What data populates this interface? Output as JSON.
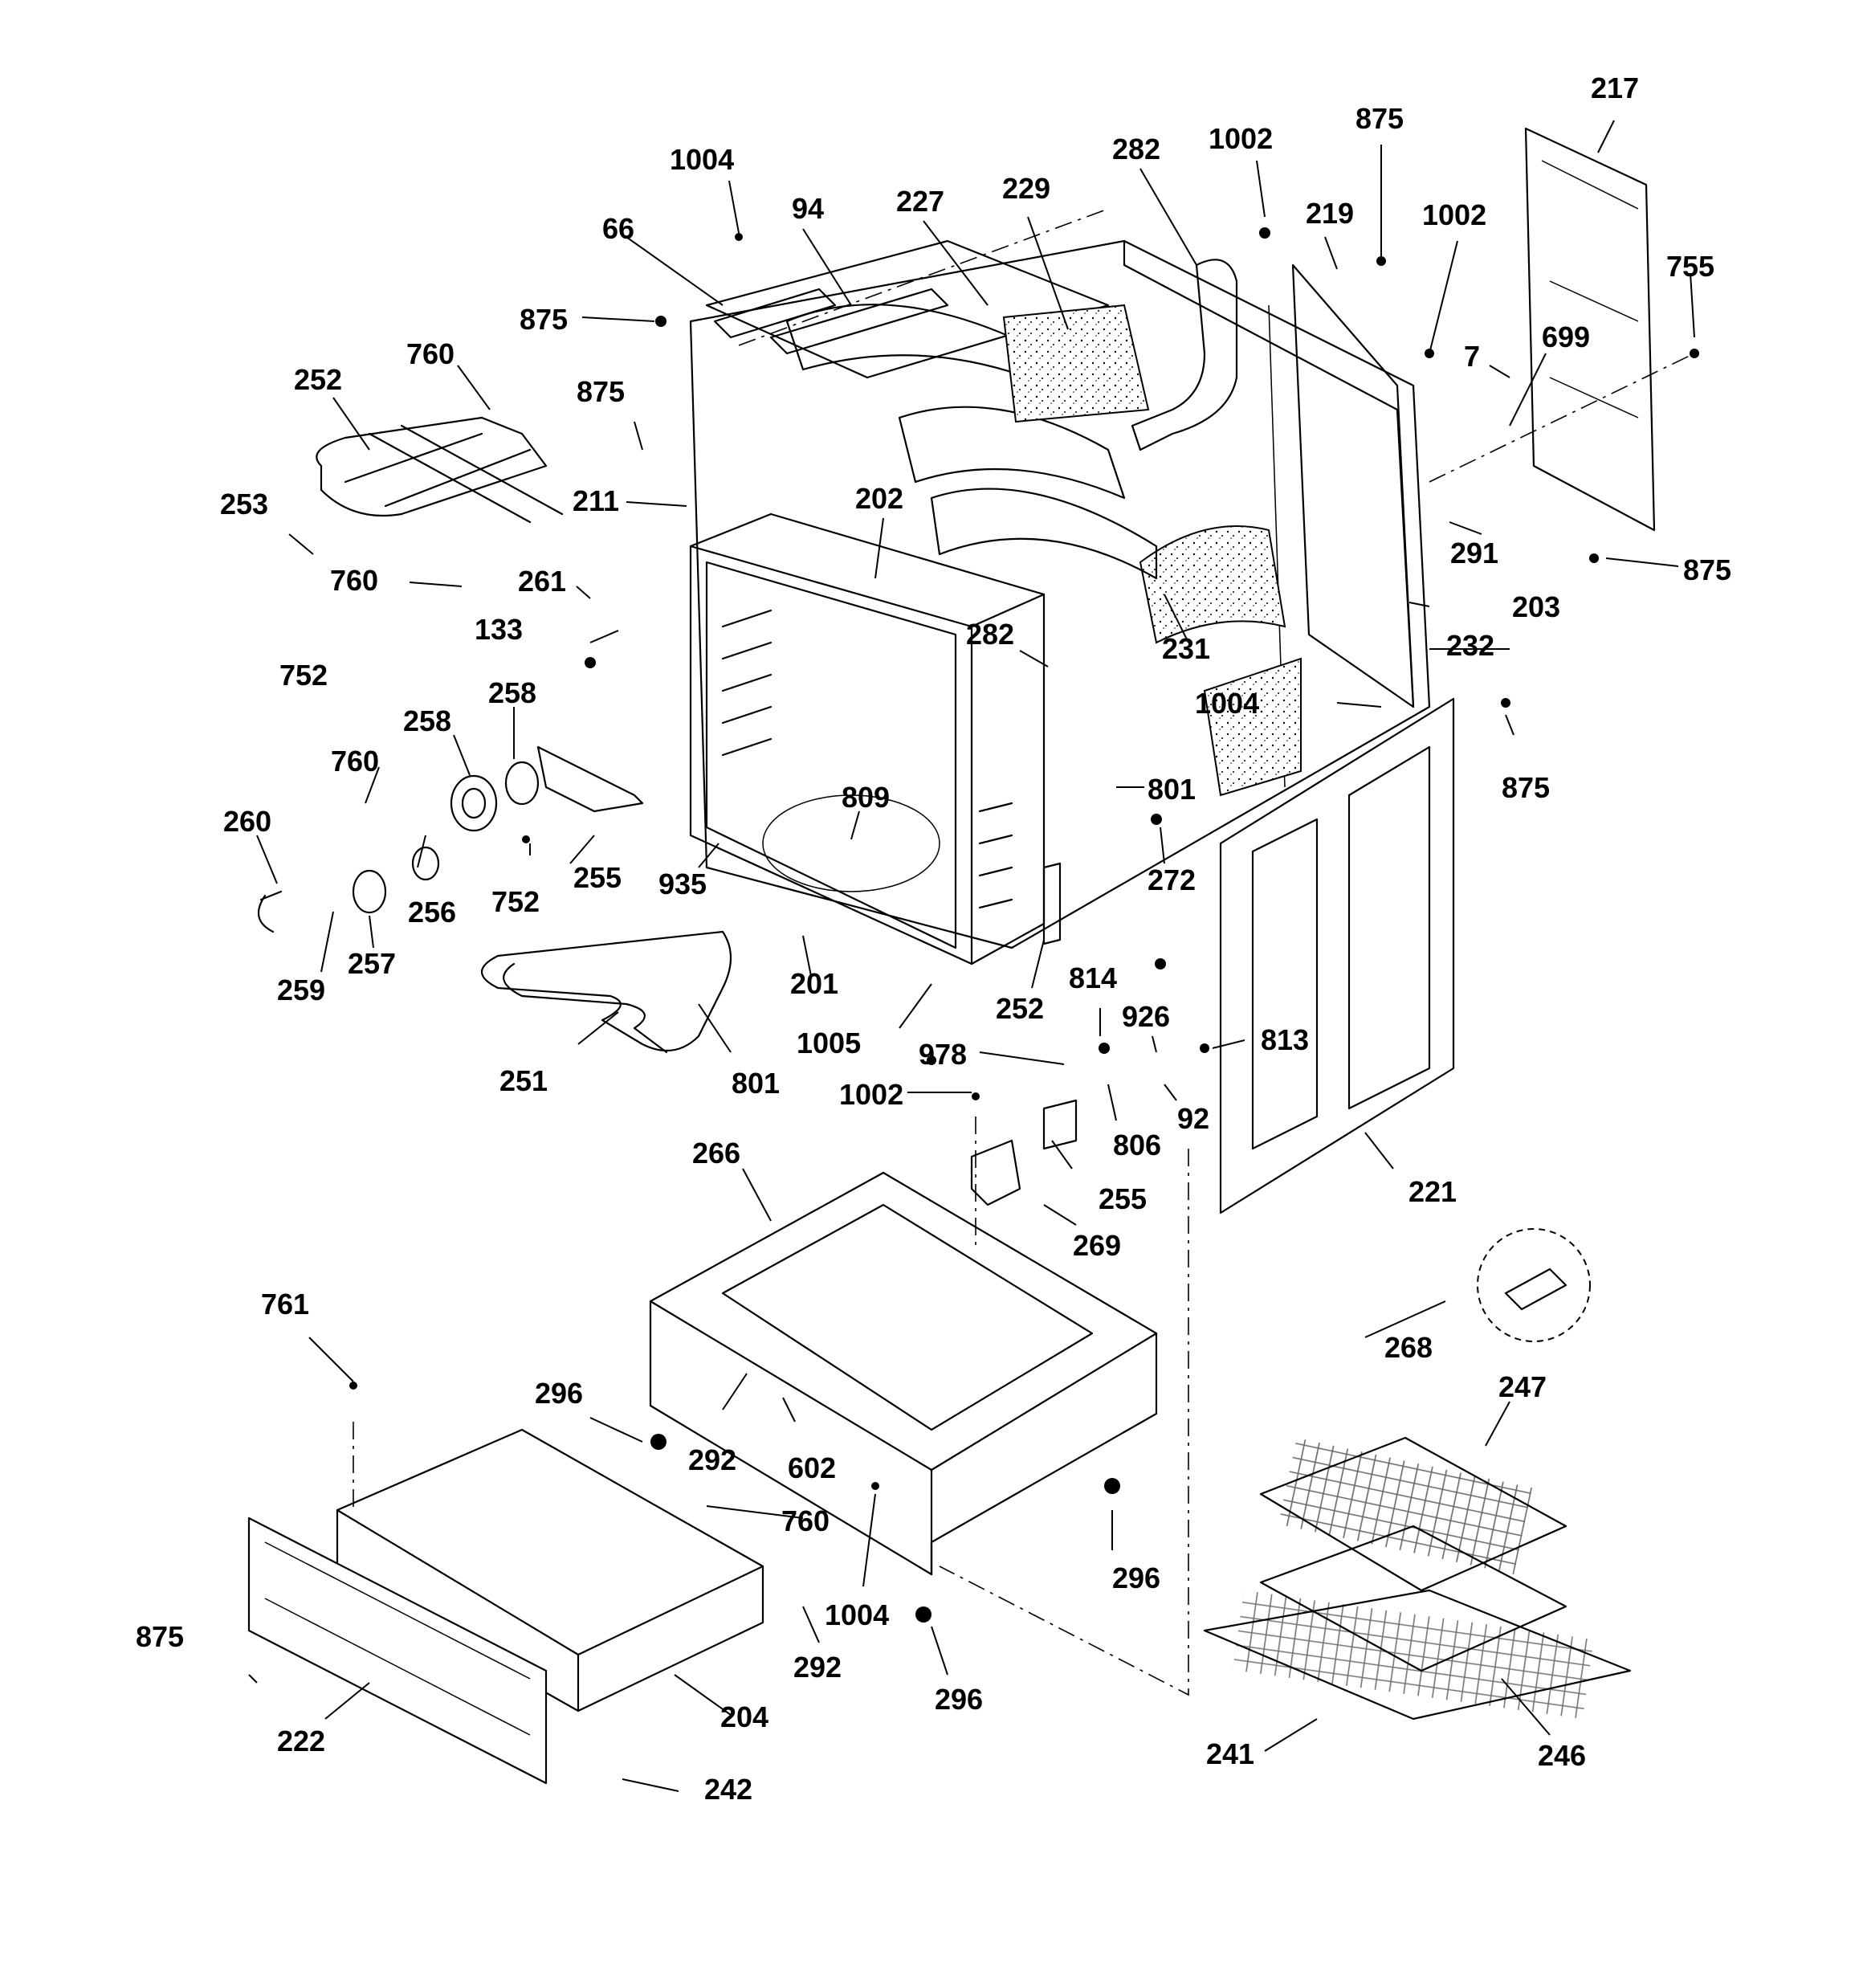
{
  "diagram": {
    "callouts": [
      "217",
      "875",
      "1002",
      "282",
      "1004",
      "229",
      "227",
      "94",
      "66",
      "219",
      "1002",
      "755",
      "875",
      "760",
      "252",
      "875",
      "7",
      "699",
      "211",
      "253",
      "202",
      "291",
      "875",
      "760",
      "261",
      "752",
      "133",
      "203",
      "231",
      "282",
      "232",
      "258",
      "258",
      "1004",
      "875",
      "760",
      "260",
      "809",
      "801",
      "255",
      "256",
      "272",
      "752",
      "935",
      "259",
      "257",
      "201",
      "814",
      "252",
      "926",
      "251",
      "1005",
      "801",
      "813",
      "978",
      "1002",
      "92",
      "806",
      "255",
      "221",
      "266",
      "269",
      "268",
      "761",
      "247",
      "296",
      "292",
      "602",
      "760",
      "296",
      "875",
      "1004",
      "292",
      "296",
      "204",
      "222",
      "241",
      "246",
      "242"
    ]
  }
}
